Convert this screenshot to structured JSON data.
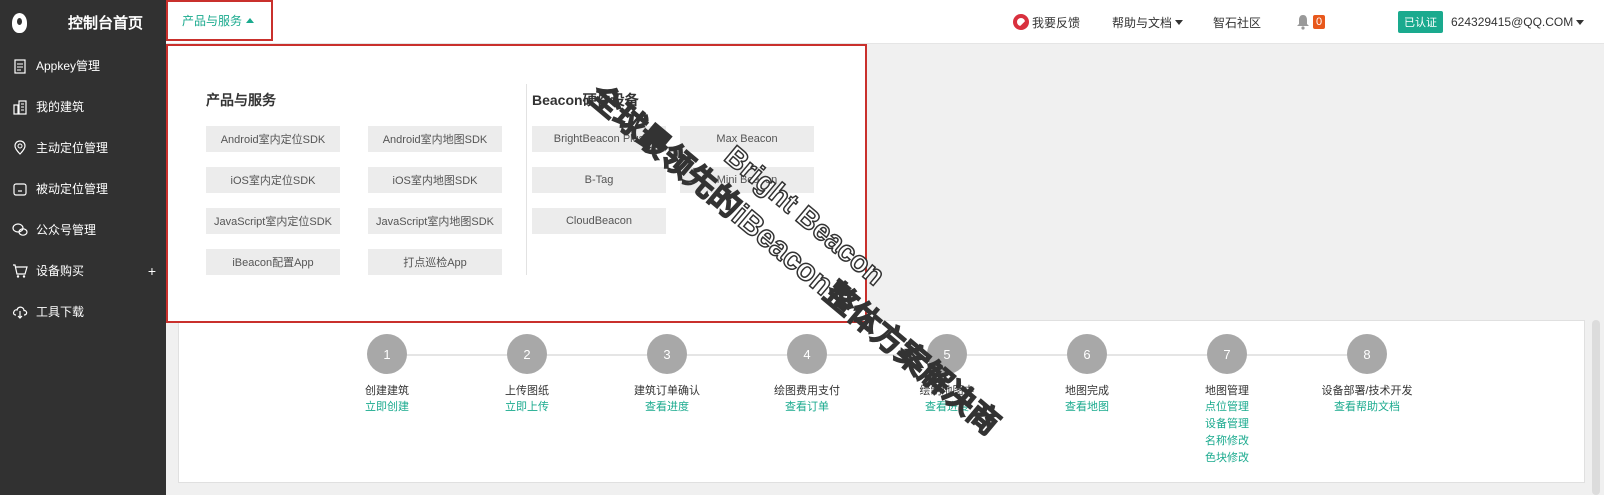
{
  "sidebar": {
    "title": "控制台首页",
    "items": [
      {
        "label": "Appkey管理",
        "icon": "clipboard-icon"
      },
      {
        "label": "我的建筑",
        "icon": "building-icon"
      },
      {
        "label": "主动定位管理",
        "icon": "location-pin-icon"
      },
      {
        "label": "被动定位管理",
        "icon": "device-icon"
      },
      {
        "label": "公众号管理",
        "icon": "chat-icon"
      },
      {
        "label": "设备购买",
        "icon": "cart-icon",
        "expand": "+"
      },
      {
        "label": "工具下载",
        "icon": "cloud-download-icon"
      }
    ]
  },
  "topbar": {
    "products_tab": "产品与服务",
    "feedback": "我要反馈",
    "help_docs": "帮助与文档",
    "community": "智石社区",
    "notification_count": "0",
    "verified": "已认证",
    "account": "624329415@QQ.COM"
  },
  "dropdown": {
    "col1_title": "产品与服务",
    "col1_items": [
      "Android室内定位SDK",
      "Android室内地图SDK",
      "iOS室内定位SDK",
      "iOS室内地图SDK",
      "JavaScript室内定位SDK",
      "JavaScript室内地图SDK",
      "iBeacon配置App",
      "打点巡检App"
    ],
    "col2_title": "Beacon硬件设备",
    "col2_items": [
      "BrightBeacon Plus",
      "Max Beacon",
      "B-Tag",
      "Mini Beacon",
      "CloudBeacon"
    ]
  },
  "steps": [
    {
      "num": "1",
      "title": "创建建筑",
      "links": [
        "立即创建"
      ]
    },
    {
      "num": "2",
      "title": "上传图纸",
      "links": [
        "立即上传"
      ]
    },
    {
      "num": "3",
      "title": "建筑订单确认",
      "links": [
        "查看进度"
      ]
    },
    {
      "num": "4",
      "title": "绘图费用支付",
      "links": [
        "查看订单"
      ]
    },
    {
      "num": "5",
      "title": "绘制地图中",
      "links": [
        "查看进度"
      ]
    },
    {
      "num": "6",
      "title": "地图完成",
      "links": [
        "查看地图"
      ]
    },
    {
      "num": "7",
      "title": "地图管理",
      "links": [
        "点位管理",
        "设备管理",
        "名称修改",
        "色块修改"
      ]
    },
    {
      "num": "8",
      "title": "设备部署/技术开发",
      "links": [
        "查看帮助文档"
      ]
    }
  ],
  "watermarks": [
    "全球最领先的iBeacon整体方案解决商",
    "Bright Beacon"
  ],
  "colors": {
    "accent": "#1aaa8e",
    "highlight_border": "#c9302c",
    "sidebar_bg": "#313131",
    "badge": "#e8581c"
  }
}
